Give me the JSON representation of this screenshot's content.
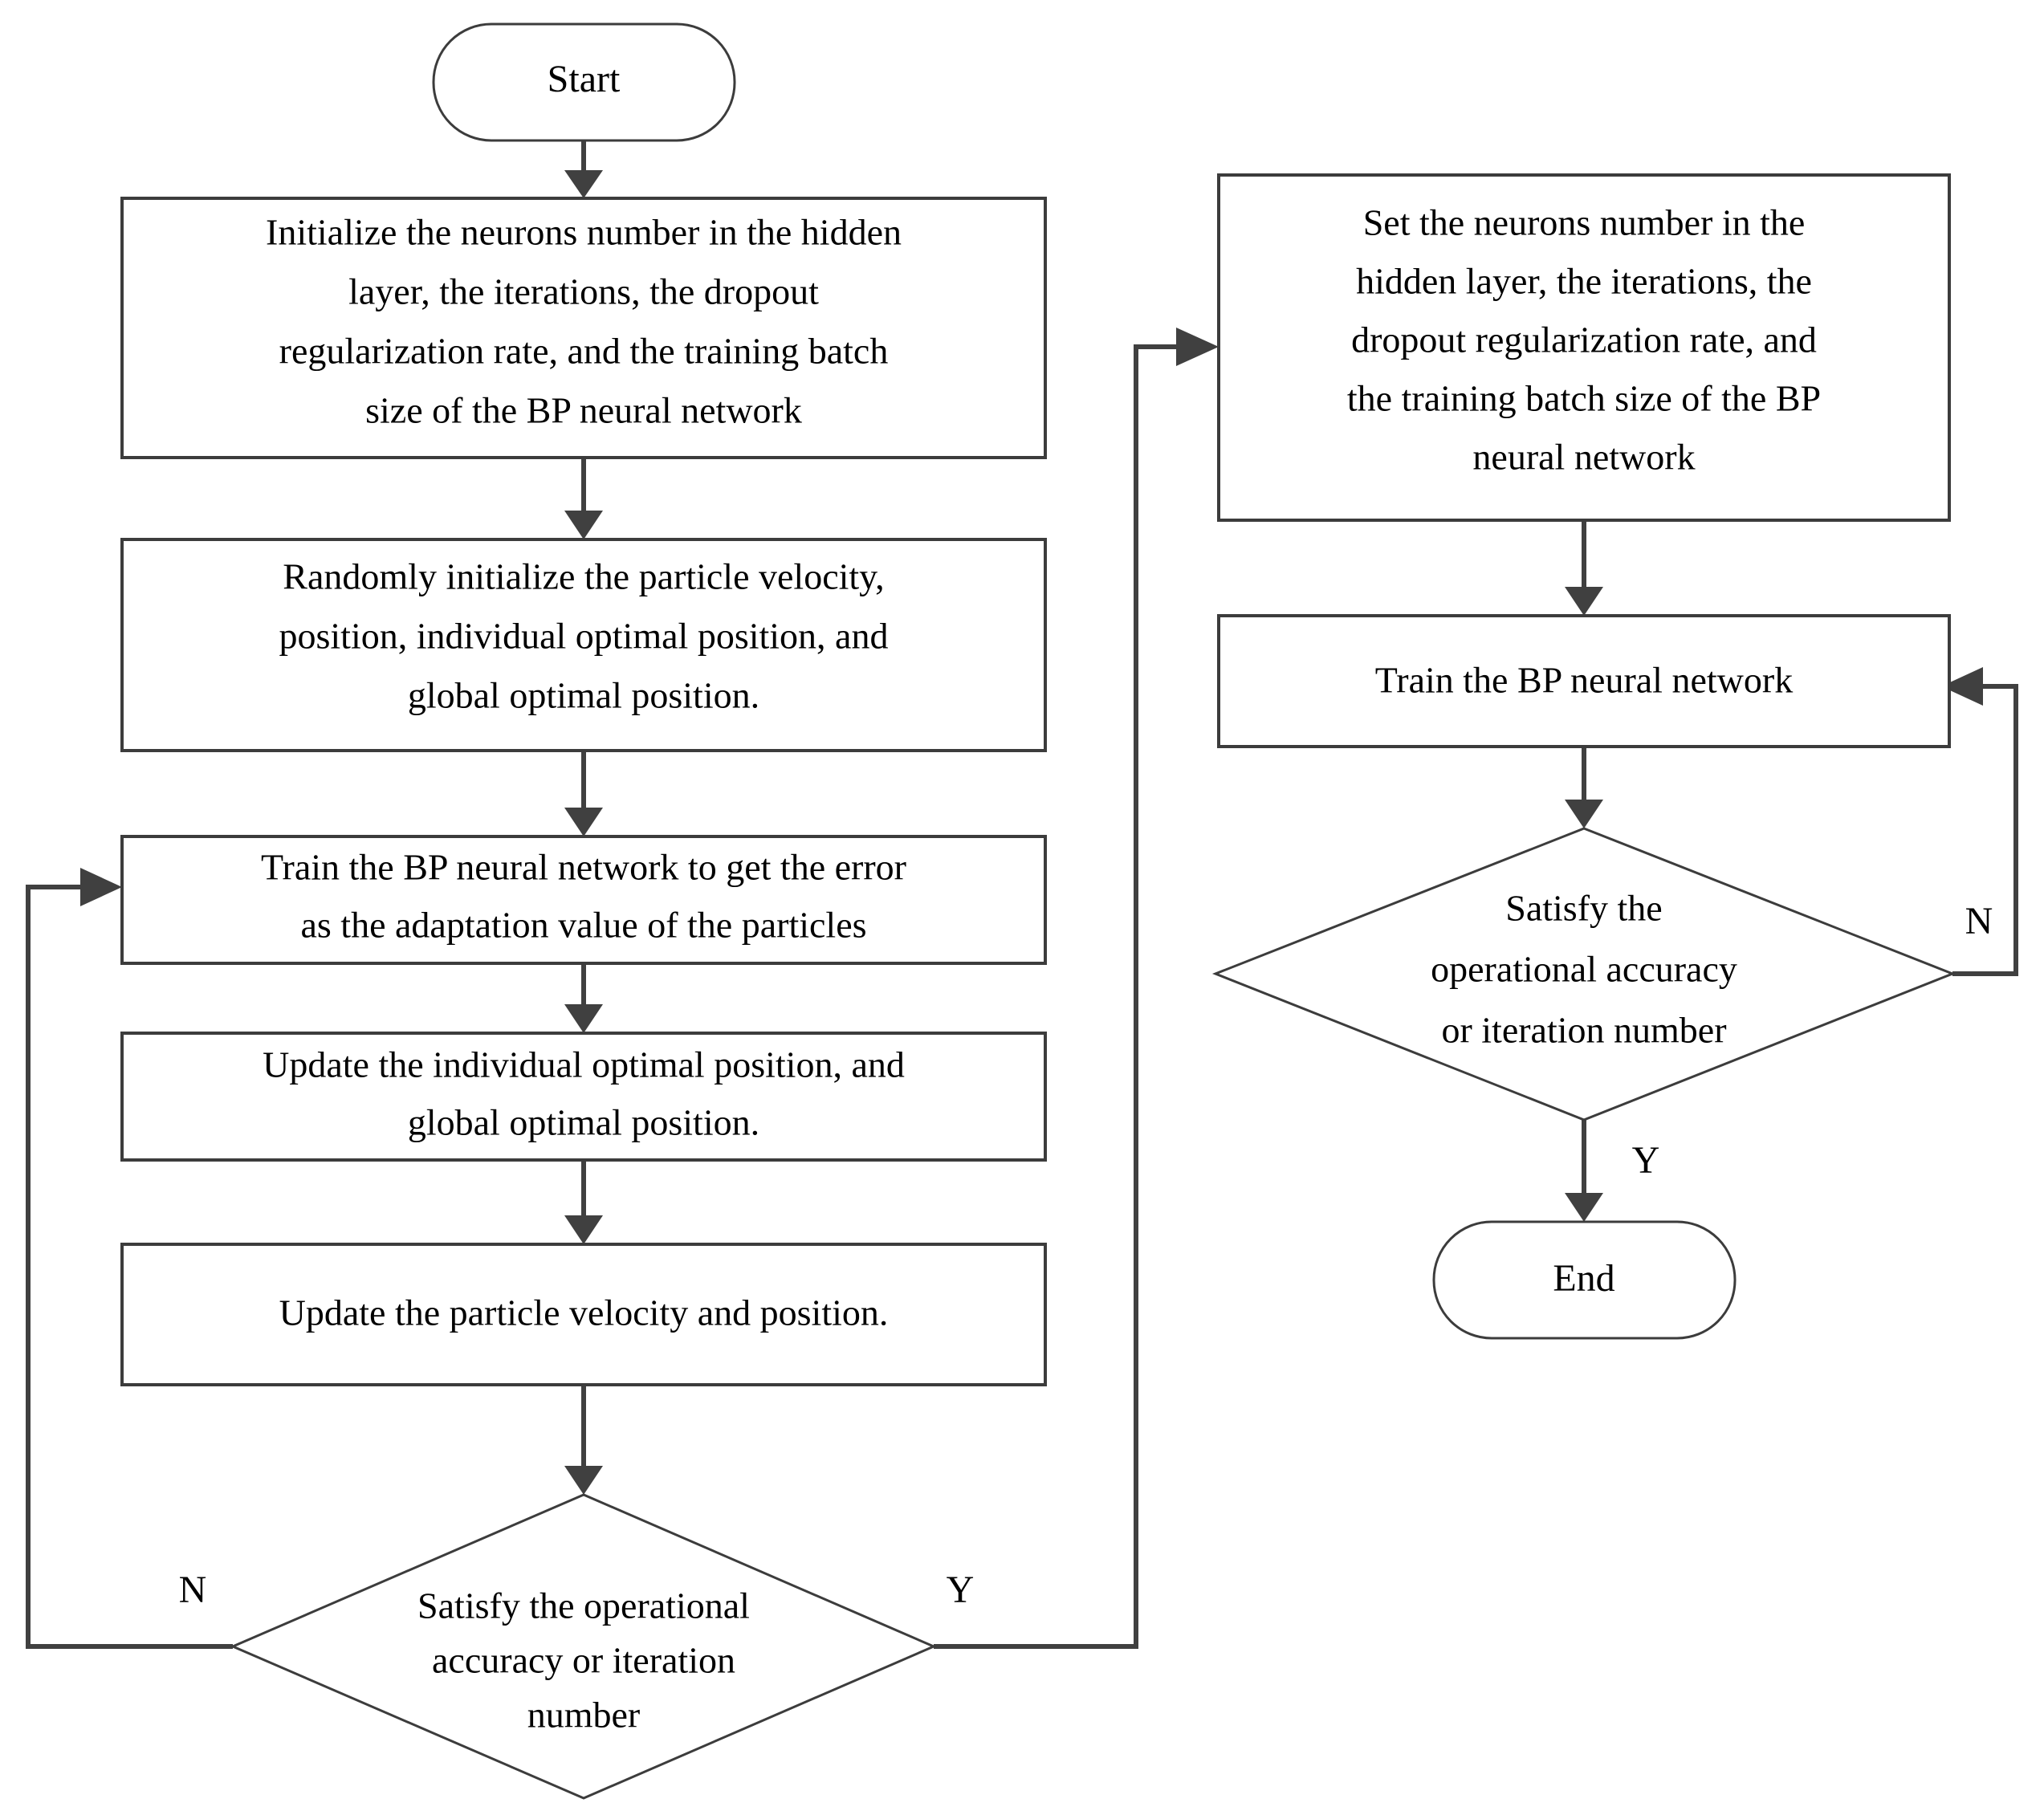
{
  "diagram": {
    "title": "PSO-optimized BP neural network training flowchart",
    "background_color": "#ffffff",
    "stroke_color": "#3c3c3c",
    "connector_color": "#404040",
    "text_color": "#000000",
    "nodes": {
      "start": {
        "shape": "terminator",
        "label": "Start"
      },
      "init_params": {
        "shape": "process",
        "lines": [
          "Initialize the neurons number in the hidden",
          "layer, the iterations, the dropout",
          "regularization rate, and the training batch",
          "size of the BP neural network"
        ]
      },
      "init_particles": {
        "shape": "process",
        "lines": [
          "Randomly initialize the particle velocity,",
          "position, individual optimal position, and",
          "global optimal position."
        ]
      },
      "train_fitness": {
        "shape": "process",
        "lines": [
          "Train the BP neural network to get the error",
          "as the adaptation value of the particles"
        ]
      },
      "update_best": {
        "shape": "process",
        "lines": [
          "Update the individual optimal position, and",
          "global optimal position."
        ]
      },
      "update_particle": {
        "shape": "process",
        "lines": [
          "Update the particle velocity and position."
        ]
      },
      "pso_decision": {
        "shape": "decision",
        "lines": [
          "Satisfy the operational",
          "accuracy or iteration",
          "number"
        ]
      },
      "set_params": {
        "shape": "process",
        "lines": [
          "Set the neurons number in the",
          "hidden layer, the iterations, the",
          "dropout regularization rate, and",
          "the training batch size of the BP",
          "neural network"
        ]
      },
      "train_bp": {
        "shape": "process",
        "lines": [
          "Train the BP neural network"
        ]
      },
      "bp_decision": {
        "shape": "decision",
        "lines": [
          "Satisfy the",
          "operational accuracy",
          "or iteration number"
        ]
      },
      "end": {
        "shape": "terminator",
        "label": "End"
      }
    },
    "edge_labels": {
      "pso_no": "N",
      "pso_yes": "Y",
      "bp_no": "N",
      "bp_yes": "Y"
    }
  }
}
